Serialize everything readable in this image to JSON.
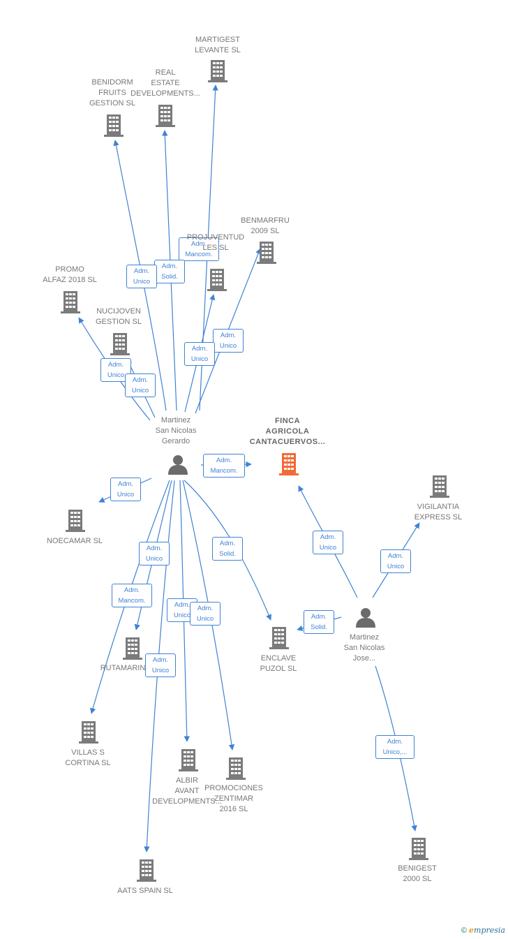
{
  "colors": {
    "edge": "#3f82d4",
    "company": "#7b7b7b",
    "focus_company": "#f26a36",
    "person": "#6b6b6b"
  },
  "companies": [
    {
      "id": "martigest",
      "label": "MARTIGEST\nLEVANTE SL"
    },
    {
      "id": "real-estate",
      "label": "REAL\nESTATE\nDEVELOPMENTS..."
    },
    {
      "id": "benidorm",
      "label": "BENIDORM\nFRUITS\nGESTION  SL"
    },
    {
      "id": "benmarfru",
      "label": "BENMARFRU\n2009 SL"
    },
    {
      "id": "projuventud",
      "label": "PROJUVENTUD\n          LES SL"
    },
    {
      "id": "promo-alfaz",
      "label": "PROMO\nALFAZ 2018  SL"
    },
    {
      "id": "nucijoven",
      "label": "NUCIJOVEN\nGESTION SL"
    },
    {
      "id": "finca",
      "label": "FINCA\nAGRICOLA\nCANTACUERVOS..."
    },
    {
      "id": "vigilantia",
      "label": "VIGILANTIA\nEXPRESS  SL"
    },
    {
      "id": "noecamar",
      "label": "NOECAMAR SL"
    },
    {
      "id": "rutamarin",
      "label": "RUTAMARIN"
    },
    {
      "id": "enclave",
      "label": "ENCLAVE\nPUZOL SL"
    },
    {
      "id": "villas",
      "label": "VILLAS S\nCORTINA  SL"
    },
    {
      "id": "albir",
      "label": "ALBIR\nAVANT\nDEVELOPMENTS..."
    },
    {
      "id": "promociones",
      "label": "PROMOCIONES\nZENTIMAR\n2016  SL"
    },
    {
      "id": "aats",
      "label": "AATS SPAIN  SL"
    },
    {
      "id": "benigest",
      "label": "BENIGEST\n2000  SL"
    }
  ],
  "persons": [
    {
      "id": "gerardo",
      "label": "Martinez\nSan Nicolas\nGerardo"
    },
    {
      "id": "jose",
      "label": "Martinez\nSan Nicolas\nJose..."
    }
  ],
  "edges": [
    {
      "id": "e-martigest",
      "label": "Adm.\nMancom."
    },
    {
      "id": "e-real-estate",
      "label": "Adm.\nSolid."
    },
    {
      "id": "e-benidorm",
      "label": "Adm.\nUnico"
    },
    {
      "id": "e-benmarfru",
      "label": "Adm.\nUnico"
    },
    {
      "id": "e-projuventud",
      "label": "Adm.\nUnico"
    },
    {
      "id": "e-promo-alfaz",
      "label": "Adm.\nUnico"
    },
    {
      "id": "e-nucijoven",
      "label": "Adm.\nUnico"
    },
    {
      "id": "e-finca-g",
      "label": "Adm.\nMancom."
    },
    {
      "id": "e-noecamar",
      "label": "Adm.\nUnico"
    },
    {
      "id": "e-enclave-g",
      "label": "Adm.\nSolid."
    },
    {
      "id": "e-rutamarin",
      "label": "Adm.\nUnico"
    },
    {
      "id": "e-villas",
      "label": "Adm.\nMancom."
    },
    {
      "id": "e-albir",
      "label": "Adm.\nUnico"
    },
    {
      "id": "e-promociones",
      "label": "Adm.\nUnico"
    },
    {
      "id": "e-aats",
      "label": "Adm.\nUnico"
    },
    {
      "id": "e-finca-j",
      "label": "Adm.\nUnico"
    },
    {
      "id": "e-vigilantia",
      "label": "Adm.\nUnico"
    },
    {
      "id": "e-enclave-j",
      "label": "Adm.\nSolid."
    },
    {
      "id": "e-benigest",
      "label": "Adm.\nUnico,..."
    }
  ],
  "footer": {
    "copyright": "©",
    "brand_first": "e",
    "brand_rest": "mpresia"
  }
}
